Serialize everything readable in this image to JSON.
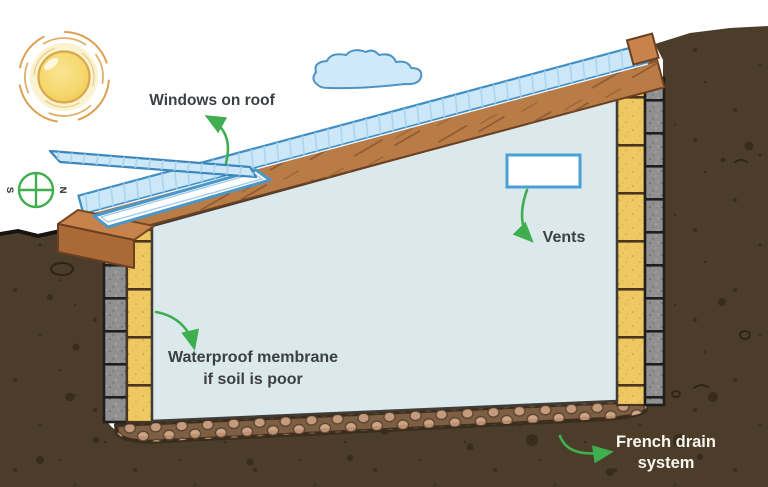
{
  "labels": {
    "windows_on_roof": "Windows on roof",
    "vents": "Vents",
    "waterproof_line1": "Waterproof membrane",
    "waterproof_line2": "if soil is poor",
    "french_drain_line1": "French drain",
    "french_drain_line2": "system",
    "compass_south": "S",
    "compass_north": "N"
  },
  "icons": {
    "sun": "sun-icon",
    "cloud": "cloud-icon",
    "compass": "compass-rose-icon"
  },
  "colors": {
    "soil": "#4b3d2a",
    "soil_outline": "#171310",
    "interior": "#dbe8ec",
    "glass": "#cce8f8",
    "glass_frame": "#3f8ec4",
    "wood": "#b97c46",
    "wood_dark": "#6b3f1f",
    "insulation_yellow": "#eec963",
    "block_gray": "#909090",
    "gravel_bed": "#7d5f43",
    "gravel_stone": "#c49c7d",
    "arrow_green": "#3fae4e",
    "label_dark": "#3c4043",
    "label_light": "#fbf6ee",
    "sun_core": "#f7dc79",
    "sun_halo": "#fbf2cf",
    "cloud_fill": "#cfe9fa",
    "cloud_stroke": "#4e93c4",
    "vent_border": "#4a9fd4"
  }
}
